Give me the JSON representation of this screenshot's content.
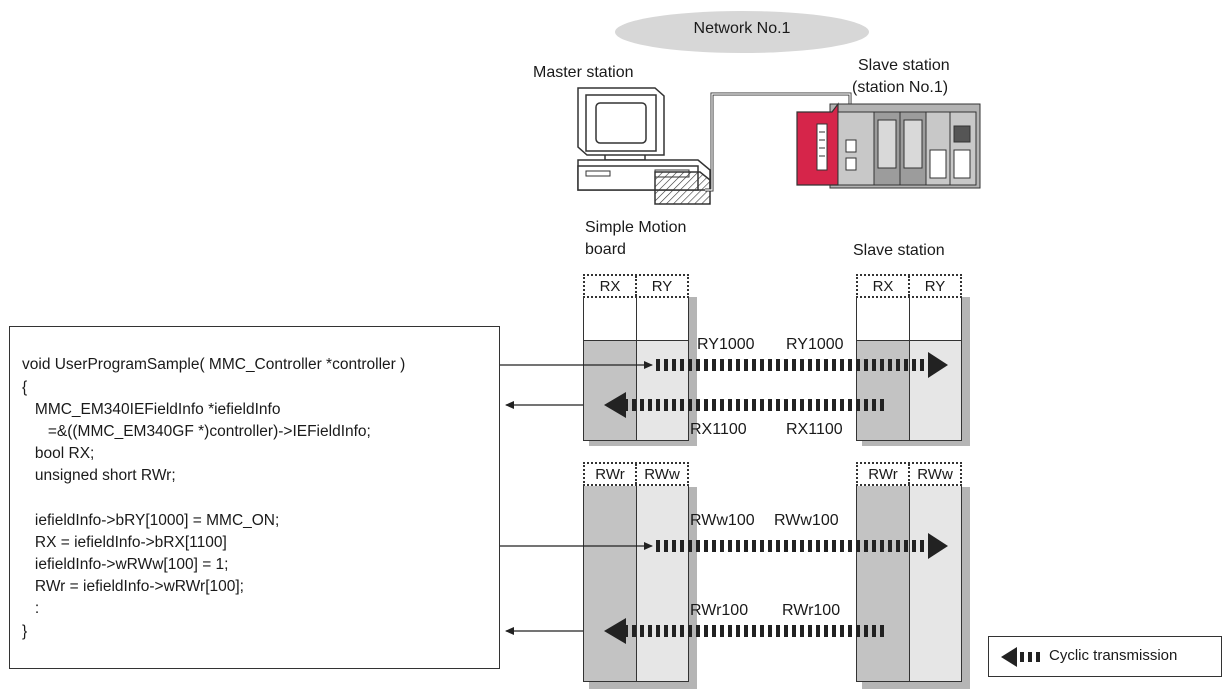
{
  "network": {
    "label": "Network No.1"
  },
  "master": {
    "label": "Master station"
  },
  "slave_hw": {
    "line1": "Slave station",
    "line2": "(station No.1)"
  },
  "board": {
    "line1": "Simple Motion",
    "line2": "board"
  },
  "slave_table": {
    "label": "Slave station"
  },
  "bit_tables": {
    "col1": "RX",
    "col2": "RY"
  },
  "word_tables": {
    "col1": "RWr",
    "col2": "RWw"
  },
  "transfers": {
    "ry_left": "RY1000",
    "ry_right": "RY1000",
    "rx_left": "RX1100",
    "rx_right": "RX1100",
    "rww_left": "RWw100",
    "rww_right": "RWw100",
    "rwr_left": "RWr100",
    "rwr_right": "RWr100"
  },
  "code": {
    "lines": [
      "void UserProgramSample( MMC_Controller *controller )",
      "{",
      "   MMC_EM340IEFieldInfo *iefieldInfo",
      "      =&((MMC_EM340GF *)controller)->IEFieldInfo;",
      "   bool RX;",
      "   unsigned short RWr;",
      "",
      "   iefieldInfo->bRY[1000] = MMC_ON;",
      "   RX = iefieldInfo->bRX[1100]",
      "   iefieldInfo->wRWw[100] = 1;",
      "   RWr = iefieldInfo->wRWr[100];",
      "   :",
      "}"
    ]
  },
  "legend": {
    "label": "Cyclic transmission"
  },
  "colors": {
    "network_oval": "#d7d7d7",
    "plc_red": "#d6254a",
    "dark_cell": "#c3c3c3",
    "light_cell": "#e6e6e6",
    "shadow": "#b5b5b5"
  }
}
